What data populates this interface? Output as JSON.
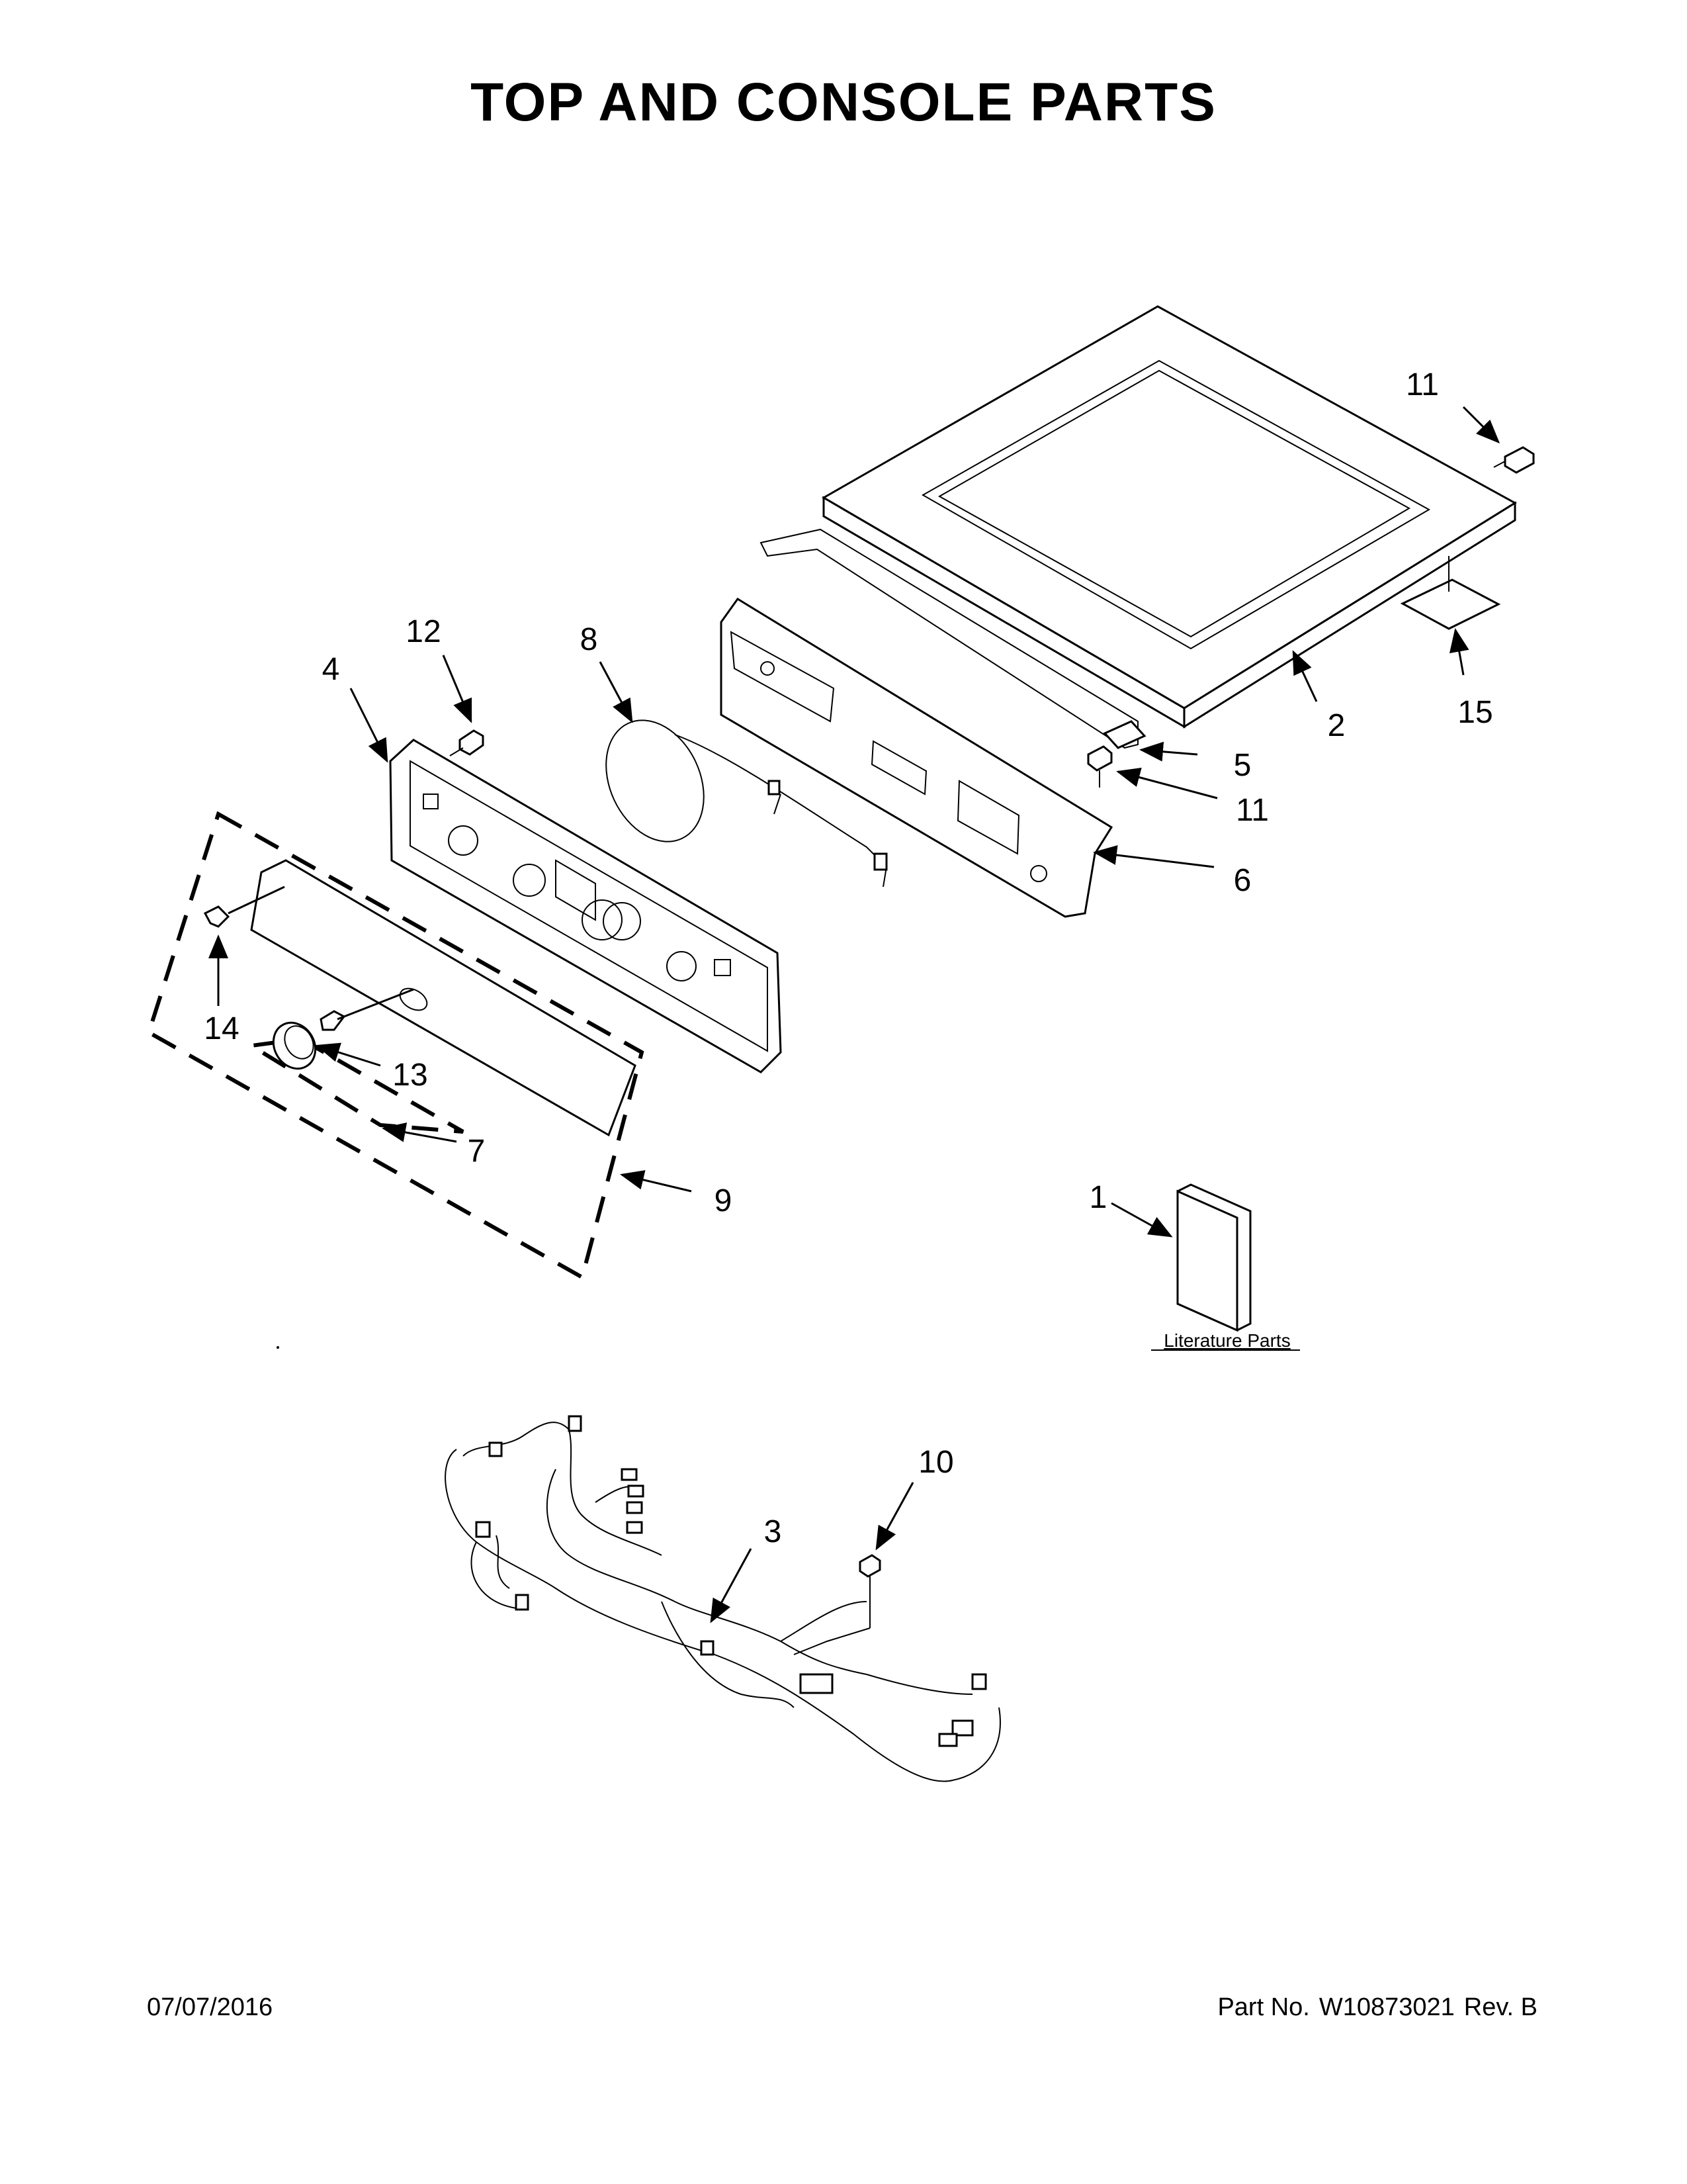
{
  "title": "TOP AND CONSOLE PARTS",
  "callouts": {
    "c1": "1",
    "c2": "2",
    "c3": "3",
    "c4": "4",
    "c5": "5",
    "c6": "6",
    "c7": "7",
    "c8": "8",
    "c9": "9",
    "c10": "10",
    "c11a": "11",
    "c11b": "11",
    "c12": "12",
    "c13": "13",
    "c14": "14",
    "c15": "15"
  },
  "literature_label": "Literature Parts",
  "footer": {
    "date": "07/07/2016",
    "part_label": "Part No.",
    "part_number": "W10873021",
    "revision": "Rev. B"
  }
}
